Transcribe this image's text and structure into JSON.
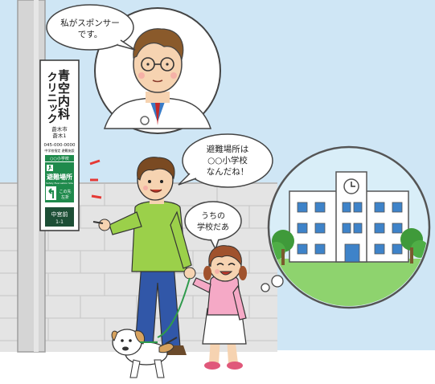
{
  "colors": {
    "sky": "#cfe6f5",
    "wall": "#e4e4e4",
    "wall_line": "#c9c9c9",
    "pole": "#d2d2d2",
    "sign_bg": "#ffffff",
    "sign_green": "#1f8a4c",
    "sign_dark_green": "#1d6b3c",
    "school_bg": "#d9eef8",
    "grass": "#8ed36e",
    "tree": "#3f9a3a",
    "man_sweater": "#9bd04a",
    "man_pants": "#3157a8",
    "girl_shirt": "#f5a9c6",
    "dog": "#ffffff",
    "dog_patch": "#d8a35f"
  },
  "sign": {
    "clinic_name_line1": "青空内科",
    "clinic_name_line2": "クリニック",
    "address_line1": "蒼木市",
    "address_line2": "蒼木1",
    "phone": "045-000-0000",
    "fine_print": "中学校指定 避難施設",
    "small_green_label": "○○小学校",
    "evacuation_label": "避難場所",
    "evacuation_sub": "Safety Evacuation Site",
    "direction_text_line1": "この先",
    "direction_text_line2": "左折",
    "district_line1": "中宮前",
    "district_line2": "1-1"
  },
  "bubbles": {
    "doctor": {
      "line1": "私がスポンサー",
      "line2": "です。"
    },
    "man": {
      "line1": "避難場所は",
      "line2": "○○小学校",
      "line3": "なんだね！"
    },
    "girl": {
      "line1": "うちの",
      "line2": "学校だあ"
    }
  },
  "icons": {
    "evacuation": "running-person-icon",
    "direction": "turn-left-arrow-icon",
    "clock": "clock-icon"
  }
}
